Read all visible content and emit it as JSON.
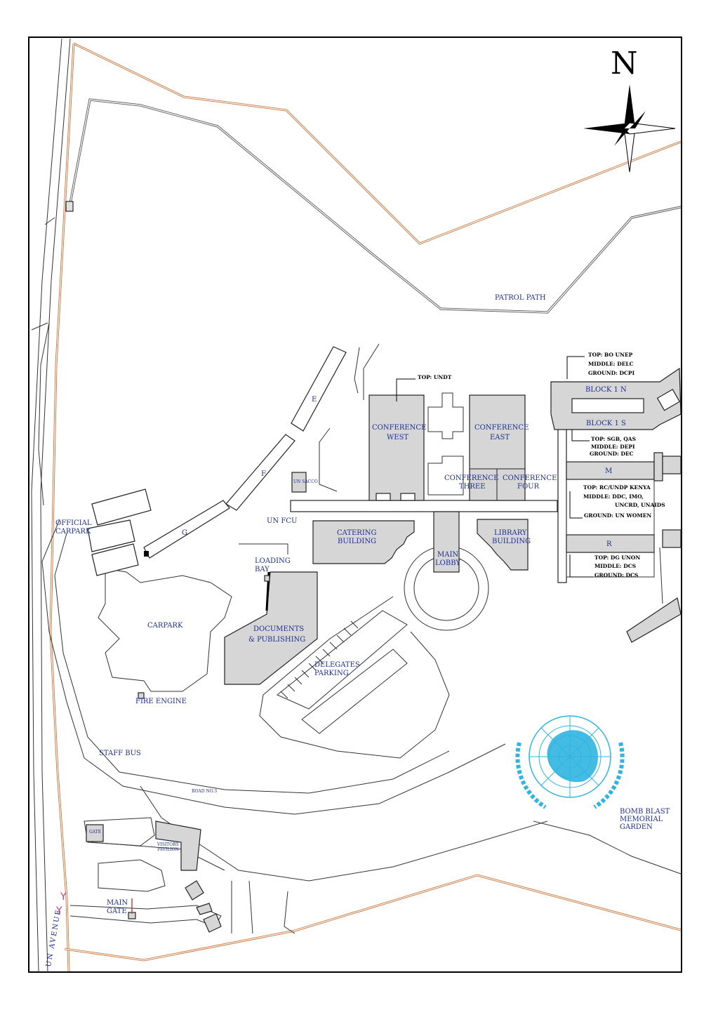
{
  "compass": {
    "north_label": "N"
  },
  "labels": {
    "patrol_path": "PATROL PATH",
    "block_e": "E",
    "block_f": "F",
    "block_g": "G",
    "un_sacco": "UN SACCO",
    "un_fcu": "UN FCU",
    "official_carpark": [
      "OFFICIAL",
      "CARPARK"
    ],
    "loading_bay": [
      "LOADING",
      "BAY"
    ],
    "carpark": "CARPARK",
    "documents_publishing": [
      "DOCUMENTS",
      "& PUBLISHING"
    ],
    "fire_engine": "FIRE ENGINE",
    "staff_bus": "STAFF BUS",
    "road_no3": "ROAD NO.3",
    "conference_west": [
      "CONFERENCE",
      "WEST"
    ],
    "conference_east": [
      "CONFERENCE",
      "EAST"
    ],
    "conference_three": [
      "CONFERENCE",
      "THREE"
    ],
    "conference_four": [
      "CONFERENCE",
      "FOUR"
    ],
    "catering_building": [
      "CATERING",
      "BUILDING"
    ],
    "library_building": [
      "LIBRARY",
      "BUILDING"
    ],
    "main_lobby": [
      "MAIN",
      "LOBBY"
    ],
    "delegates_parking": [
      "DELEGATES",
      "PARKING"
    ],
    "gate": "GATE",
    "visitors_pavilion": [
      "VISITORS",
      "PAVILION"
    ],
    "main_gate": [
      "MAIN",
      "GATE"
    ],
    "un_avenue": "UN AVENUE",
    "memorial_garden": [
      "BOMB BLAST",
      "MEMORIAL",
      "GARDEN"
    ],
    "block_1n": "BLOCK 1 N",
    "block_1s": "BLOCK 1 S",
    "block_m": "M",
    "block_r": "R"
  },
  "annotations": {
    "undt": "TOP:    UNDT",
    "block1n": [
      "TOP:    BO UNEP",
      "MIDDLE:  DELC",
      "GROUND:  DCPI"
    ],
    "block1s": [
      "TOP:   SGB, QAS",
      "MIDDLE:  DEPI",
      "GROUND:   DEC"
    ],
    "block_m": [
      "TOP:   RC/UNDP KENYA",
      "MIDDLE:   DDC, IMO,",
      "UNCRD, UNAIDS",
      "GROUND:   UN WOMEN"
    ],
    "block_r": [
      "TOP:   DG UNON",
      "MIDDLE:   DCS",
      "GROUND:   DCS"
    ]
  },
  "colors": {
    "label_text": "#1f2f8f",
    "building_fill": "#d6d6d6",
    "fence": "#c8743a",
    "un_emblem": "#2fb4e0",
    "gate_marker": "#c43a8e"
  }
}
